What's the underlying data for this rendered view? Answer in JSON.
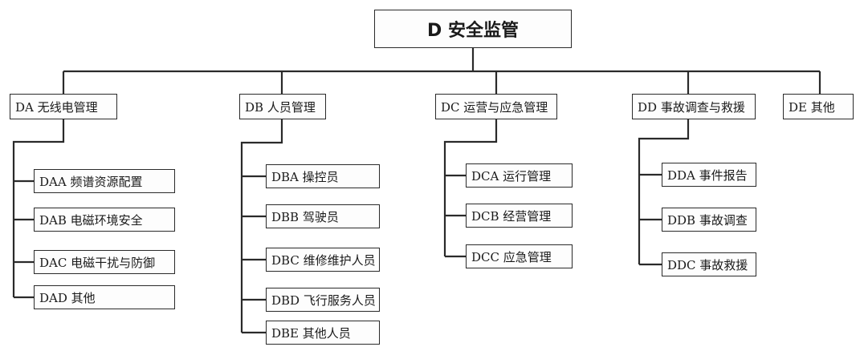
{
  "root": {
    "label": "D 安全监管"
  },
  "categories": [
    {
      "label": "DA 无线电管理",
      "children": [
        "DAA  频谱资源配置",
        "DAB  电磁环境安全",
        "DAC  电磁干扰与防御",
        "DAD  其他"
      ]
    },
    {
      "label": "DB 人员管理",
      "children": [
        "DBA 操控员",
        "DBB 驾驶员",
        "DBC 维修维护人员",
        "DBD 飞行服务人员",
        "DBE 其他人员"
      ]
    },
    {
      "label": "DC 运营与应急管理",
      "children": [
        "DCA  运行管理",
        "DCB  经营管理",
        "DCC  应急管理"
      ]
    },
    {
      "label": "DD 事故调查与救援",
      "children": [
        "DDA 事件报告",
        "DDB 事故调查",
        "DDC 事故救援"
      ]
    },
    {
      "label": "DE 其他",
      "children": []
    }
  ]
}
